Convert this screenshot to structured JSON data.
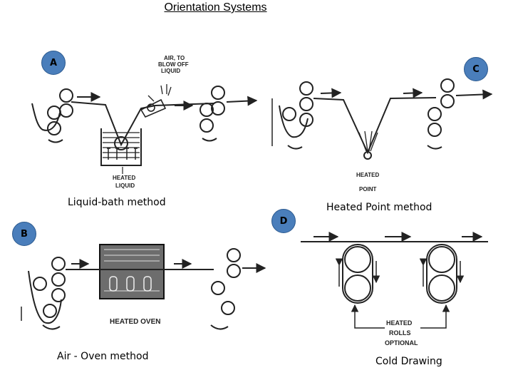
{
  "title": "Orientation Systems",
  "badges": {
    "a": "A",
    "b": "B",
    "c": "C",
    "d": "D"
  },
  "captions": {
    "liquid_bath": "Liquid-bath method",
    "heated_point": "Heated Point method",
    "air_oven": "Air - Oven method",
    "cold_drawing": "Cold Drawing"
  },
  "diagram_labels": {
    "air_note": [
      "AIR, TO",
      "BLOW OFF",
      "LIQUID"
    ],
    "heated_liquid": [
      "HEATED",
      "LIQUID"
    ],
    "heated_point": [
      "HEATED",
      "POINT"
    ],
    "heated_oven": "HEATED OVEN",
    "heated_rolls": [
      "HEATED",
      "ROLLS",
      "OPTIONAL"
    ]
  },
  "colors": {
    "badge_fill": "#4a7ebb",
    "ink": "#222222",
    "oven_fill": "#6d6d6d"
  }
}
